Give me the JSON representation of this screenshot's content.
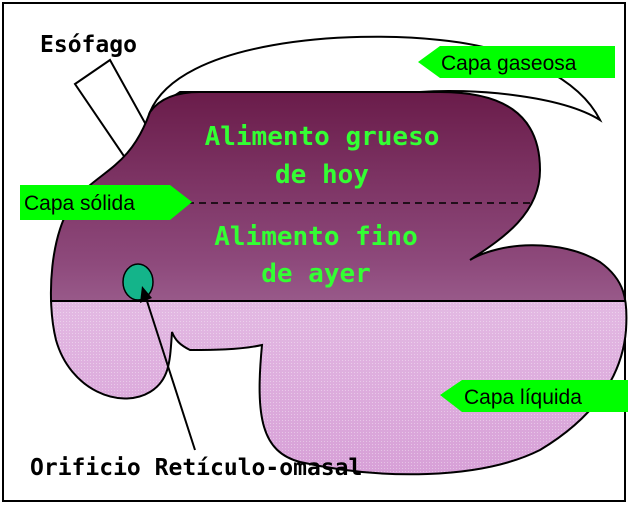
{
  "labels": {
    "esofago": "Esófago",
    "capa_gaseosa": "Capa gaseosa",
    "alimento_grueso_1": "Alimento grueso",
    "alimento_grueso_2": "de hoy",
    "capa_solida": "Capa sólida",
    "alimento_fino_1": "Alimento fino",
    "alimento_fino_2": "de ayer",
    "capa_liquida": "Capa líquida",
    "orificio": "Orificio Retículo-omasal"
  },
  "colors": {
    "tag_green": "#00ff00",
    "text_green": "#33ff33",
    "solid_top": "#6e1f4e",
    "solid_bottom": "#c9a0c9",
    "liquid_top": "#efd3ef",
    "liquid_bottom": "#dca9dc",
    "orifice": "#14b48a"
  }
}
